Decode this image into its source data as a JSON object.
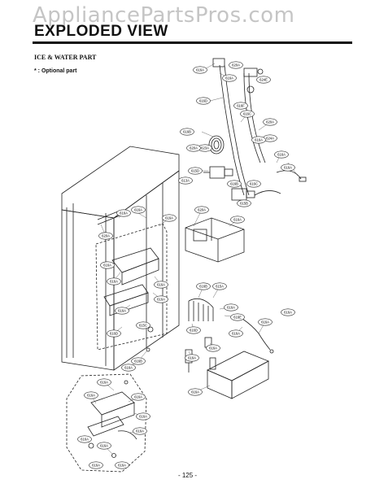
{
  "watermark": "AppliancePartsPros.com",
  "title": "EXPLODED VIEW",
  "section": "ICE & WATER PART",
  "optional_note": "* : Optional part",
  "page_number": "- 125 -",
  "part_labels": [
    "616A",
    "620A",
    "616A",
    "624E",
    "616D",
    "616C",
    "616F",
    "620A",
    "616B",
    "624A",
    "623A",
    "620A",
    "615D",
    "613A",
    "616C",
    "616B",
    "616A",
    "616A",
    "615B",
    "620A",
    "616A",
    "616A",
    "620A",
    "616A",
    "616A",
    "616A",
    "616A",
    "616A",
    "616A",
    "616A",
    "615C",
    "616D",
    "616B",
    "615A",
    "616A",
    "616E",
    "616D",
    "616A",
    "616A",
    "616A",
    "616B",
    "616A",
    "616A",
    "616A",
    "616A",
    "616A",
    "616A",
    "616A",
    "616A",
    "616A",
    "616A",
    "616A",
    "616A",
    "616A",
    "616A"
  ]
}
